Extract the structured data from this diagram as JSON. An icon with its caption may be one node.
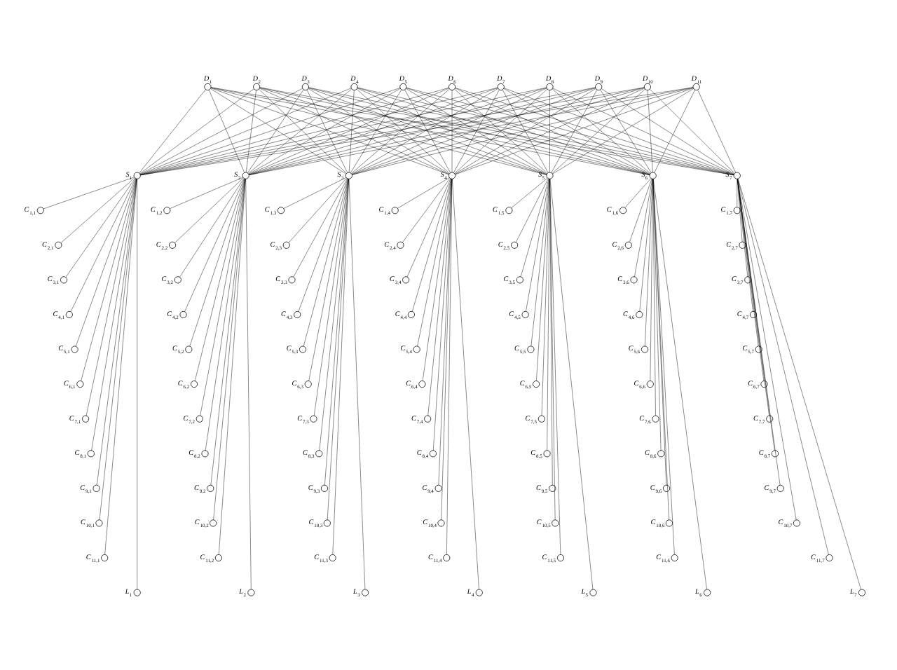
{
  "diagram": {
    "nodes": [
      {
        "text": [],
        "shape": "circle",
        "beside": [
          "D$_{1}$"
        ]
      },
      {
        "text": [],
        "shape": "circle",
        "beside": [
          "D$_{2}$"
        ]
      },
      {
        "text": [],
        "shape": "circle",
        "beside": [
          "D$_{3}$"
        ]
      },
      {
        "text": [],
        "shape": "circle",
        "beside": [
          "D$_{4}$"
        ]
      },
      {
        "text": [],
        "shape": "circle",
        "beside": [
          "D$_{5}$"
        ]
      },
      {
        "text": [],
        "shape": "circle",
        "beside": [
          "D$_{6}$"
        ]
      },
      {
        "text": [],
        "shape": "circle",
        "beside": [
          "D$_{7}$"
        ]
      },
      {
        "text": [],
        "shape": "circle",
        "beside": [
          "D$_{8}$"
        ]
      },
      {
        "text": [],
        "shape": "circle",
        "beside": [
          "D$_{9}$"
        ]
      },
      {
        "text": [],
        "shape": "circle",
        "beside": [
          "D$_{10}$"
        ]
      },
      {
        "text": [],
        "shape": "circle",
        "beside": [
          "D$_{11}$"
        ]
      },
      {
        "text": [],
        "shape": "circle",
        "beside": [
          "S$_{1}$"
        ]
      },
      {
        "text": [],
        "shape": "circle",
        "beside": [
          "S$_{2}$"
        ]
      },
      {
        "text": [],
        "shape": "circle",
        "beside": [
          "S$_{3}$"
        ]
      },
      {
        "text": [],
        "shape": "circle",
        "beside": [
          "S$_{4}$"
        ]
      },
      {
        "text": [],
        "shape": "circle",
        "beside": [
          "S$_{5}$"
        ]
      },
      {
        "text": [],
        "shape": "circle",
        "beside": [
          "S$_{6}$"
        ]
      },
      {
        "text": [],
        "shape": "circle",
        "beside": [
          "S$_{7}$"
        ]
      },
      {
        "text": [],
        "shape": "circle",
        "beside": [
          "C$_{1,1}$"
        ]
      },
      {
        "text": [],
        "shape": "circle",
        "beside": [
          "C$_{2,1}$"
        ]
      },
      {
        "text": [],
        "shape": "circle",
        "beside": [
          "C$_{3,1}$"
        ]
      },
      {
        "text": [],
        "shape": "circle",
        "beside": [
          "C$_{4,1}$"
        ]
      },
      {
        "text": [],
        "shape": "circle",
        "beside": [
          "C$_{5,1}$"
        ]
      },
      {
        "text": [],
        "shape": "circle",
        "beside": [
          "C$_{6,1}$"
        ]
      },
      {
        "text": [],
        "shape": "circle",
        "beside": [
          "C$_{7,1}$"
        ]
      },
      {
        "text": [],
        "shape": "circle",
        "beside": [
          "C$_{8,1}$"
        ]
      },
      {
        "text": [],
        "shape": "circle",
        "beside": [
          "C$_{9,1}$"
        ]
      },
      {
        "text": [],
        "shape": "circle",
        "beside": [
          "C$_{10,1}$"
        ]
      },
      {
        "text": [],
        "shape": "circle",
        "beside": [
          "C$_{11,1}$"
        ]
      },
      {
        "text": [],
        "shape": "circle",
        "beside": [
          "C$_{1,2}$"
        ]
      },
      {
        "text": [],
        "shape": "circle",
        "beside": [
          "C$_{2,2}$"
        ]
      },
      {
        "text": [],
        "shape": "circle",
        "beside": [
          "C$_{3,2}$"
        ]
      },
      {
        "text": [],
        "shape": "circle",
        "beside": [
          "C$_{4,2}$"
        ]
      },
      {
        "text": [],
        "shape": "circle",
        "beside": [
          "C$_{5,2}$"
        ]
      },
      {
        "text": [],
        "shape": "circle",
        "beside": [
          "C$_{6,2}$"
        ]
      },
      {
        "text": [],
        "shape": "circle",
        "beside": [
          "C$_{7,2}$"
        ]
      },
      {
        "text": [],
        "shape": "circle",
        "beside": [
          "C$_{8,2}$"
        ]
      },
      {
        "text": [],
        "shape": "circle",
        "beside": [
          "C$_{9,2}$"
        ]
      },
      {
        "text": [],
        "shape": "circle",
        "beside": [
          "C$_{10,2}$"
        ]
      },
      {
        "text": [],
        "shape": "circle",
        "beside": [
          "C$_{11,2}$"
        ]
      },
      {
        "text": [],
        "shape": "circle",
        "beside": [
          "C$_{1,3}$"
        ]
      },
      {
        "text": [],
        "shape": "circle",
        "beside": [
          "C$_{2,3}$"
        ]
      },
      {
        "text": [],
        "shape": "circle",
        "beside": [
          "C$_{3,3}$"
        ]
      },
      {
        "text": [],
        "shape": "circle",
        "beside": [
          "C$_{4,3}$"
        ]
      },
      {
        "text": [],
        "shape": "circle",
        "beside": [
          "C$_{5,3}$"
        ]
      },
      {
        "text": [],
        "shape": "circle",
        "beside": [
          "C$_{6,3}$"
        ]
      },
      {
        "text": [],
        "shape": "circle",
        "beside": [
          "C$_{7,3}$"
        ]
      },
      {
        "text": [],
        "shape": "circle",
        "beside": [
          "C$_{8,3}$"
        ]
      },
      {
        "text": [],
        "shape": "circle",
        "beside": [
          "C$_{9,3}$"
        ]
      },
      {
        "text": [],
        "shape": "circle",
        "beside": [
          "C$_{10,3}$"
        ]
      },
      {
        "text": [],
        "shape": "circle",
        "beside": [
          "C$_{11,3}$"
        ]
      },
      {
        "text": [],
        "shape": "circle",
        "beside": [
          "C$_{1,4}$"
        ]
      },
      {
        "text": [],
        "shape": "circle",
        "beside": [
          "C$_{2,4}$"
        ]
      },
      {
        "text": [],
        "shape": "circle",
        "beside": [
          "C$_{3,4}$"
        ]
      },
      {
        "text": [],
        "shape": "circle",
        "beside": [
          "C$_{4,4}$"
        ]
      },
      {
        "text": [],
        "shape": "circle",
        "beside": [
          "C$_{5,4}$"
        ]
      },
      {
        "text": [],
        "shape": "circle",
        "beside": [
          "C$_{6,4}$"
        ]
      },
      {
        "text": [],
        "shape": "circle",
        "beside": [
          "C$_{7,4}$"
        ]
      },
      {
        "text": [],
        "shape": "circle",
        "beside": [
          "C$_{8,4}$"
        ]
      },
      {
        "text": [],
        "shape": "circle",
        "beside": [
          "C$_{9,4}$"
        ]
      },
      {
        "text": [],
        "shape": "circle",
        "beside": [
          "C$_{10,4}$"
        ]
      },
      {
        "text": [],
        "shape": "circle",
        "beside": [
          "C$_{11,4}$"
        ]
      },
      {
        "text": [],
        "shape": "circle",
        "beside": [
          "C$_{1,5}$"
        ]
      },
      {
        "text": [],
        "shape": "circle",
        "beside": [
          "C$_{2,5}$"
        ]
      },
      {
        "text": [],
        "shape": "circle",
        "beside": [
          "C$_{3,5}$"
        ]
      },
      {
        "text": [],
        "shape": "circle",
        "beside": [
          "C$_{4,5}$"
        ]
      },
      {
        "text": [],
        "shape": "circle",
        "beside": [
          "C$_{5,5}$"
        ]
      },
      {
        "text": [],
        "shape": "circle",
        "beside": [
          "C$_{6,5}$"
        ]
      },
      {
        "text": [],
        "shape": "circle",
        "beside": [
          "C$_{7,5}$"
        ]
      },
      {
        "text": [],
        "shape": "circle",
        "beside": [
          "C$_{8,5}$"
        ]
      },
      {
        "text": [],
        "shape": "circle",
        "beside": [
          "C$_{9,5}$"
        ]
      },
      {
        "text": [],
        "shape": "circle",
        "beside": [
          "C$_{10,5}$"
        ]
      },
      {
        "text": [],
        "shape": "circle",
        "beside": [
          "C$_{11,5}$"
        ]
      },
      {
        "text": [],
        "shape": "circle",
        "beside": [
          "C$_{1,6}$"
        ]
      },
      {
        "text": [],
        "shape": "circle",
        "beside": [
          "C$_{2,6}$"
        ]
      },
      {
        "text": [],
        "shape": "circle",
        "beside": [
          "C$_{3,6}$"
        ]
      },
      {
        "text": [],
        "shape": "circle",
        "beside": [
          "C$_{4,6}$"
        ]
      },
      {
        "text": [],
        "shape": "circle",
        "beside": [
          "C$_{5,6}$"
        ]
      },
      {
        "text": [],
        "shape": "circle",
        "beside": [
          "C$_{6,6}$"
        ]
      },
      {
        "text": [],
        "shape": "circle",
        "beside": [
          "C$_{7,6}$"
        ]
      },
      {
        "text": [],
        "shape": "circle",
        "beside": [
          "C$_{8,6}$"
        ]
      },
      {
        "text": [],
        "shape": "circle",
        "beside": [
          "C$_{9,6}$"
        ]
      },
      {
        "text": [],
        "shape": "circle",
        "beside": [
          "C$_{10,6}$"
        ]
      },
      {
        "text": [],
        "shape": "circle",
        "beside": [
          "C$_{11,6}$"
        ]
      },
      {
        "text": [],
        "shape": "circle",
        "beside": [
          "C$_{1,7}$"
        ]
      },
      {
        "text": [],
        "shape": "circle",
        "beside": [
          "C$_{2,7}$"
        ]
      },
      {
        "text": [],
        "shape": "circle",
        "beside": [
          "C$_{3,7}$"
        ]
      },
      {
        "text": [],
        "shape": "circle",
        "beside": [
          "C$_{4,7}$"
        ]
      },
      {
        "text": [],
        "shape": "circle",
        "beside": [
          "C$_{5,7}$"
        ]
      },
      {
        "text": [],
        "shape": "circle",
        "beside": [
          "C$_{6,7}$"
        ]
      },
      {
        "text": [],
        "shape": "circle",
        "beside": [
          "C$_{7,7}$"
        ]
      },
      {
        "text": [],
        "shape": "circle",
        "beside": [
          "C$_{8,7}$"
        ]
      },
      {
        "text": [],
        "shape": "circle",
        "beside": [
          "C$_{9,7}$"
        ]
      },
      {
        "text": [],
        "shape": "circle",
        "beside": [
          "C$_{10,7}$"
        ]
      },
      {
        "text": [],
        "shape": "circle",
        "beside": [
          "C$_{11,7}$"
        ]
      },
      {
        "text": [],
        "shape": "circle",
        "beside": [
          "L$_{1}$"
        ]
      },
      {
        "text": [],
        "shape": "circle",
        "beside": [
          "L$_{2}$"
        ]
      },
      {
        "text": [],
        "shape": "circle",
        "beside": [
          "L$_{3}$"
        ]
      },
      {
        "text": [],
        "shape": "circle",
        "beside": [
          "L$_{4}$"
        ]
      },
      {
        "text": [],
        "shape": "circle",
        "beside": [
          "L$_{5}$"
        ]
      },
      {
        "text": [],
        "shape": "circle",
        "beside": [
          "L$_{6}$"
        ]
      },
      {
        "text": [],
        "shape": "circle",
        "beside": [
          "L$_{7}$"
        ]
      }
    ],
    "edges": [
      {
        "from": 0,
        "to": 11,
        "arrow": "none"
      },
      {
        "from": 0,
        "to": 12,
        "arrow": "none"
      },
      {
        "from": 0,
        "to": 13,
        "arrow": "none"
      },
      {
        "from": 0,
        "to": 14,
        "arrow": "none"
      },
      {
        "from": 0,
        "to": 15,
        "arrow": "none"
      },
      {
        "from": 0,
        "to": 16,
        "arrow": "none"
      },
      {
        "from": 0,
        "to": 17,
        "arrow": "none"
      },
      {
        "from": 1,
        "to": 11,
        "arrow": "none"
      },
      {
        "from": 1,
        "to": 12,
        "arrow": "none"
      },
      {
        "from": 1,
        "to": 13,
        "arrow": "none"
      },
      {
        "from": 1,
        "to": 14,
        "arrow": "none"
      },
      {
        "from": 1,
        "to": 15,
        "arrow": "none"
      },
      {
        "from": 1,
        "to": 16,
        "arrow": "none"
      },
      {
        "from": 1,
        "to": 17,
        "arrow": "none"
      },
      {
        "from": 2,
        "to": 11,
        "arrow": "none"
      },
      {
        "from": 2,
        "to": 12,
        "arrow": "none"
      },
      {
        "from": 2,
        "to": 13,
        "arrow": "none"
      },
      {
        "from": 2,
        "to": 14,
        "arrow": "none"
      },
      {
        "from": 2,
        "to": 15,
        "arrow": "none"
      },
      {
        "from": 2,
        "to": 16,
        "arrow": "none"
      },
      {
        "from": 2,
        "to": 17,
        "arrow": "none"
      },
      {
        "from": 3,
        "to": 11,
        "arrow": "none"
      },
      {
        "from": 3,
        "to": 12,
        "arrow": "none"
      },
      {
        "from": 3,
        "to": 13,
        "arrow": "none"
      },
      {
        "from": 3,
        "to": 14,
        "arrow": "none"
      },
      {
        "from": 3,
        "to": 15,
        "arrow": "none"
      },
      {
        "from": 3,
        "to": 16,
        "arrow": "none"
      },
      {
        "from": 3,
        "to": 17,
        "arrow": "none"
      },
      {
        "from": 4,
        "to": 11,
        "arrow": "none"
      },
      {
        "from": 4,
        "to": 12,
        "arrow": "none"
      },
      {
        "from": 4,
        "to": 13,
        "arrow": "none"
      },
      {
        "from": 4,
        "to": 14,
        "arrow": "none"
      },
      {
        "from": 4,
        "to": 15,
        "arrow": "none"
      },
      {
        "from": 4,
        "to": 16,
        "arrow": "none"
      },
      {
        "from": 4,
        "to": 17,
        "arrow": "none"
      },
      {
        "from": 5,
        "to": 11,
        "arrow": "none"
      },
      {
        "from": 5,
        "to": 12,
        "arrow": "none"
      },
      {
        "from": 5,
        "to": 13,
        "arrow": "none"
      },
      {
        "from": 5,
        "to": 14,
        "arrow": "none"
      },
      {
        "from": 5,
        "to": 15,
        "arrow": "none"
      },
      {
        "from": 5,
        "to": 16,
        "arrow": "none"
      },
      {
        "from": 5,
        "to": 17,
        "arrow": "none"
      },
      {
        "from": 6,
        "to": 11,
        "arrow": "none"
      },
      {
        "from": 6,
        "to": 12,
        "arrow": "none"
      },
      {
        "from": 6,
        "to": 13,
        "arrow": "none"
      },
      {
        "from": 6,
        "to": 14,
        "arrow": "none"
      },
      {
        "from": 6,
        "to": 15,
        "arrow": "none"
      },
      {
        "from": 6,
        "to": 16,
        "arrow": "none"
      },
      {
        "from": 6,
        "to": 17,
        "arrow": "none"
      },
      {
        "from": 7,
        "to": 11,
        "arrow": "none"
      },
      {
        "from": 7,
        "to": 12,
        "arrow": "none"
      },
      {
        "from": 7,
        "to": 13,
        "arrow": "none"
      },
      {
        "from": 7,
        "to": 14,
        "arrow": "none"
      },
      {
        "from": 7,
        "to": 15,
        "arrow": "none"
      },
      {
        "from": 7,
        "to": 16,
        "arrow": "none"
      },
      {
        "from": 7,
        "to": 17,
        "arrow": "none"
      },
      {
        "from": 8,
        "to": 11,
        "arrow": "none"
      },
      {
        "from": 8,
        "to": 12,
        "arrow": "none"
      },
      {
        "from": 8,
        "to": 13,
        "arrow": "none"
      },
      {
        "from": 8,
        "to": 14,
        "arrow": "none"
      },
      {
        "from": 8,
        "to": 15,
        "arrow": "none"
      },
      {
        "from": 8,
        "to": 16,
        "arrow": "none"
      },
      {
        "from": 8,
        "to": 17,
        "arrow": "none"
      },
      {
        "from": 9,
        "to": 11,
        "arrow": "none"
      },
      {
        "from": 9,
        "to": 12,
        "arrow": "none"
      },
      {
        "from": 9,
        "to": 13,
        "arrow": "none"
      },
      {
        "from": 9,
        "to": 14,
        "arrow": "none"
      },
      {
        "from": 9,
        "to": 15,
        "arrow": "none"
      },
      {
        "from": 9,
        "to": 16,
        "arrow": "none"
      },
      {
        "from": 9,
        "to": 17,
        "arrow": "none"
      },
      {
        "from": 10,
        "to": 11,
        "arrow": "none"
      },
      {
        "from": 10,
        "to": 12,
        "arrow": "none"
      },
      {
        "from": 10,
        "to": 13,
        "arrow": "none"
      },
      {
        "from": 10,
        "to": 14,
        "arrow": "none"
      },
      {
        "from": 10,
        "to": 15,
        "arrow": "none"
      },
      {
        "from": 10,
        "to": 16,
        "arrow": "none"
      },
      {
        "from": 10,
        "to": 17,
        "arrow": "none"
      },
      {
        "from": 11,
        "to": 18,
        "arrow": "none"
      },
      {
        "from": 11,
        "to": 19,
        "arrow": "none"
      },
      {
        "from": 11,
        "to": 20,
        "arrow": "none"
      },
      {
        "from": 11,
        "to": 21,
        "arrow": "none"
      },
      {
        "from": 11,
        "to": 22,
        "arrow": "none"
      },
      {
        "from": 11,
        "to": 23,
        "arrow": "none"
      },
      {
        "from": 11,
        "to": 24,
        "arrow": "none"
      },
      {
        "from": 11,
        "to": 25,
        "arrow": "none"
      },
      {
        "from": 11,
        "to": 26,
        "arrow": "none"
      },
      {
        "from": 11,
        "to": 27,
        "arrow": "none"
      },
      {
        "from": 11,
        "to": 28,
        "arrow": "none"
      },
      {
        "from": 11,
        "to": 95,
        "arrow": "none"
      },
      {
        "from": 12,
        "to": 29,
        "arrow": "none"
      },
      {
        "from": 12,
        "to": 30,
        "arrow": "none"
      },
      {
        "from": 12,
        "to": 31,
        "arrow": "none"
      },
      {
        "from": 12,
        "to": 32,
        "arrow": "none"
      },
      {
        "from": 12,
        "to": 33,
        "arrow": "none"
      },
      {
        "from": 12,
        "to": 34,
        "arrow": "none"
      },
      {
        "from": 12,
        "to": 35,
        "arrow": "none"
      },
      {
        "from": 12,
        "to": 36,
        "arrow": "none"
      },
      {
        "from": 12,
        "to": 37,
        "arrow": "none"
      },
      {
        "from": 12,
        "to": 38,
        "arrow": "none"
      },
      {
        "from": 12,
        "to": 39,
        "arrow": "none"
      },
      {
        "from": 12,
        "to": 96,
        "arrow": "none"
      },
      {
        "from": 13,
        "to": 40,
        "arrow": "none"
      },
      {
        "from": 13,
        "to": 41,
        "arrow": "none"
      },
      {
        "from": 13,
        "to": 42,
        "arrow": "none"
      },
      {
        "from": 13,
        "to": 43,
        "arrow": "none"
      },
      {
        "from": 13,
        "to": 44,
        "arrow": "none"
      },
      {
        "from": 13,
        "to": 45,
        "arrow": "none"
      },
      {
        "from": 13,
        "to": 46,
        "arrow": "none"
      },
      {
        "from": 13,
        "to": 47,
        "arrow": "none"
      },
      {
        "from": 13,
        "to": 48,
        "arrow": "none"
      },
      {
        "from": 13,
        "to": 49,
        "arrow": "none"
      },
      {
        "from": 13,
        "to": 50,
        "arrow": "none"
      },
      {
        "from": 13,
        "to": 97,
        "arrow": "none"
      },
      {
        "from": 14,
        "to": 51,
        "arrow": "none"
      },
      {
        "from": 14,
        "to": 52,
        "arrow": "none"
      },
      {
        "from": 14,
        "to": 53,
        "arrow": "none"
      },
      {
        "from": 14,
        "to": 54,
        "arrow": "none"
      },
      {
        "from": 14,
        "to": 55,
        "arrow": "none"
      },
      {
        "from": 14,
        "to": 56,
        "arrow": "none"
      },
      {
        "from": 14,
        "to": 57,
        "arrow": "none"
      },
      {
        "from": 14,
        "to": 58,
        "arrow": "none"
      },
      {
        "from": 14,
        "to": 59,
        "arrow": "none"
      },
      {
        "from": 14,
        "to": 60,
        "arrow": "none"
      },
      {
        "from": 14,
        "to": 61,
        "arrow": "none"
      },
      {
        "from": 14,
        "to": 98,
        "arrow": "none"
      },
      {
        "from": 15,
        "to": 62,
        "arrow": "none"
      },
      {
        "from": 15,
        "to": 63,
        "arrow": "none"
      },
      {
        "from": 15,
        "to": 64,
        "arrow": "none"
      },
      {
        "from": 15,
        "to": 65,
        "arrow": "none"
      },
      {
        "from": 15,
        "to": 66,
        "arrow": "none"
      },
      {
        "from": 15,
        "to": 67,
        "arrow": "none"
      },
      {
        "from": 15,
        "to": 68,
        "arrow": "none"
      },
      {
        "from": 15,
        "to": 69,
        "arrow": "none"
      },
      {
        "from": 15,
        "to": 70,
        "arrow": "none"
      },
      {
        "from": 15,
        "to": 71,
        "arrow": "none"
      },
      {
        "from": 15,
        "to": 72,
        "arrow": "none"
      },
      {
        "from": 15,
        "to": 99,
        "arrow": "none"
      },
      {
        "from": 16,
        "to": 73,
        "arrow": "none"
      },
      {
        "from": 16,
        "to": 74,
        "arrow": "none"
      },
      {
        "from": 16,
        "to": 75,
        "arrow": "none"
      },
      {
        "from": 16,
        "to": 76,
        "arrow": "none"
      },
      {
        "from": 16,
        "to": 77,
        "arrow": "none"
      },
      {
        "from": 16,
        "to": 78,
        "arrow": "none"
      },
      {
        "from": 16,
        "to": 79,
        "arrow": "none"
      },
      {
        "from": 16,
        "to": 80,
        "arrow": "none"
      },
      {
        "from": 16,
        "to": 81,
        "arrow": "none"
      },
      {
        "from": 16,
        "to": 82,
        "arrow": "none"
      },
      {
        "from": 16,
        "to": 83,
        "arrow": "none"
      },
      {
        "from": 16,
        "to": 100,
        "arrow": "none"
      },
      {
        "from": 17,
        "to": 84,
        "arrow": "none"
      },
      {
        "from": 17,
        "to": 85,
        "arrow": "none"
      },
      {
        "from": 17,
        "to": 86,
        "arrow": "none"
      },
      {
        "from": 17,
        "to": 87,
        "arrow": "none"
      },
      {
        "from": 17,
        "to": 88,
        "arrow": "none"
      },
      {
        "from": 17,
        "to": 89,
        "arrow": "none"
      },
      {
        "from": 17,
        "to": 90,
        "arrow": "none"
      },
      {
        "from": 17,
        "to": 91,
        "arrow": "none"
      },
      {
        "from": 17,
        "to": 92,
        "arrow": "none"
      },
      {
        "from": 17,
        "to": 93,
        "arrow": "none"
      },
      {
        "from": 17,
        "to": 94,
        "arrow": "none"
      },
      {
        "from": 17,
        "to": 101,
        "arrow": "none"
      }
    ]
  }
}
